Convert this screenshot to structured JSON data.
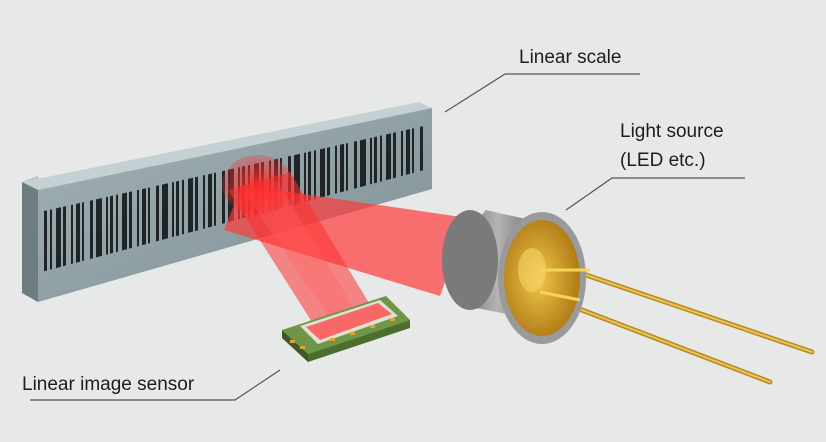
{
  "labels": {
    "linear_scale": "Linear scale",
    "light_source_line1": "Light source",
    "light_source_line2": "(LED etc.)",
    "linear_image_sensor": "Linear image sensor"
  },
  "colors": {
    "background": "#e7e8e8",
    "scale_face": "#8fa0a4",
    "beam_red": "#ff3a3a",
    "led_gold": "#d9a322",
    "pcb_green": "#5f8a3a",
    "leader_line": "#555555"
  }
}
